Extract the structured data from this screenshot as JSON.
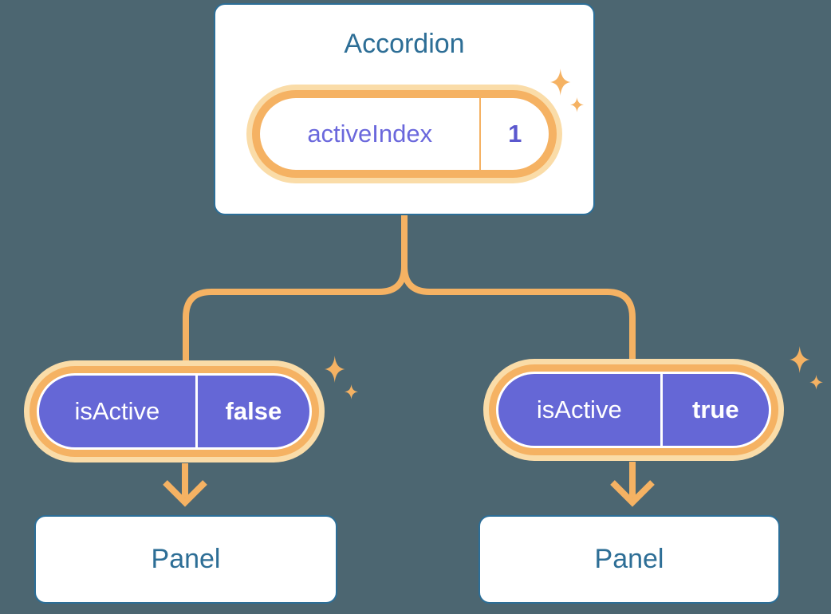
{
  "accordion_card": {
    "title": "Accordion",
    "state_pill": {
      "label": "activeIndex",
      "value": "1"
    }
  },
  "branches": [
    {
      "side": "left",
      "prop_pill": {
        "label": "isActive",
        "value": "false"
      },
      "panel_label": "Panel"
    },
    {
      "side": "right",
      "prop_pill": {
        "label": "isActive",
        "value": "true"
      },
      "panel_label": "Panel"
    }
  ],
  "icons": {
    "sparkles": "four-point-sparkle",
    "arrow": "arrow-down"
  },
  "colors": {
    "background": "#4C6671",
    "card_border": "#2C6E97",
    "heading_text": "#2D6E96",
    "pill_orange": "#F5B263",
    "pill_glow": "#FADCA8",
    "pill_purple": "#6567D6",
    "state_label_text": "#6B68DC",
    "state_value_text": "#5B58CE",
    "connector": "#F5B263",
    "white": "#FFFFFF"
  }
}
